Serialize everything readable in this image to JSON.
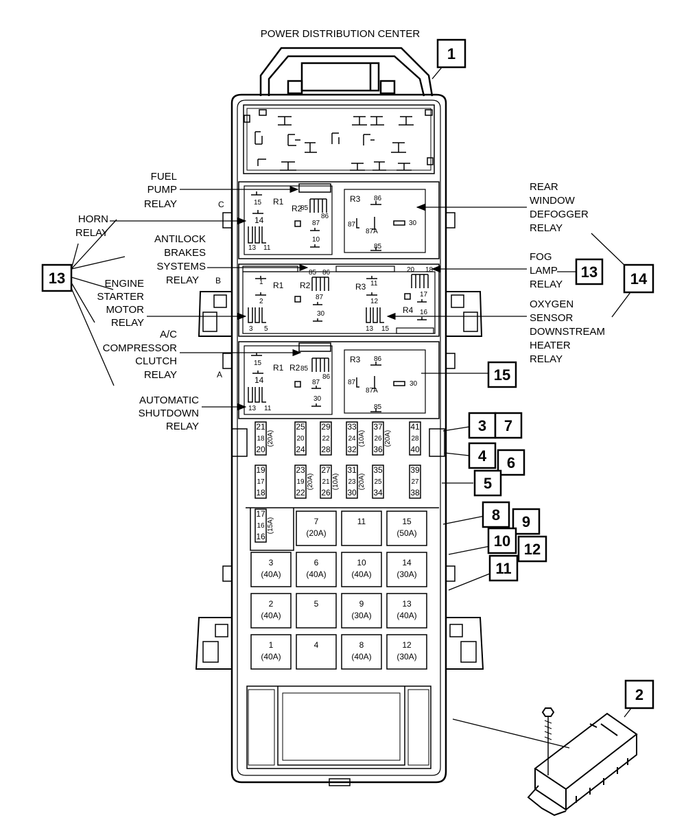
{
  "title": "POWER DISTRIBUTION CENTER",
  "callouts": [
    "1",
    "2",
    "3",
    "7",
    "4",
    "6",
    "5",
    "8",
    "9",
    "10",
    "12",
    "11",
    "13",
    "13",
    "14",
    "15"
  ],
  "labels": {
    "fuel_pump_relay": [
      "FUEL",
      "PUMP",
      "RELAY"
    ],
    "horn_relay": [
      "HORN",
      "RELAY"
    ],
    "antilock_relay": [
      "ANTILOCK",
      "BRAKES",
      "SYSTEMS",
      "RELAY"
    ],
    "engine_starter_relay": [
      "ENGINE",
      "STARTER",
      "MOTOR",
      "RELAY"
    ],
    "ac_relay": [
      "A/C",
      "COMPRESSOR",
      "CLUTCH",
      "RELAY"
    ],
    "asd_relay": [
      "AUTOMATIC",
      "SHUTDOWN",
      "RELAY"
    ],
    "rear_defogger_relay": [
      "REAR",
      "WINDOW",
      "DEFOGGER",
      "RELAY"
    ],
    "fog_lamp_relay": [
      "FOG",
      "LAMP",
      "RELAY"
    ],
    "o2_heater_relay": [
      "OXYGEN",
      "SENSOR",
      "DOWNSTREAM",
      "HEATER",
      "RELAY"
    ]
  },
  "sections": [
    "C",
    "B",
    "A"
  ],
  "relay_c": {
    "r1": "R1",
    "r2": "R2",
    "r3": "R3",
    "p15": "15",
    "p14": "14",
    "p13": "13",
    "p11": "11",
    "p85": "85",
    "p86": "86",
    "p87": "87",
    "p10": "10",
    "r3_86": "86",
    "r3_87": "87",
    "r3_87a": "87A",
    "r3_30": "30",
    "r3_85": "85"
  },
  "relay_b": {
    "p85": "85",
    "p86": "86",
    "r1": "R1",
    "p1": "1",
    "p2": "2",
    "p3": "3",
    "p5": "5",
    "r2": "R2",
    "p87": "87",
    "p30": "30",
    "r3": "R3",
    "p11": "11",
    "p12": "12",
    "p13": "13",
    "p15": "15",
    "p20": "20",
    "p18": "18",
    "p17": "17",
    "p16": "16",
    "r4": "R4"
  },
  "relay_a": {
    "r1": "R1",
    "r2": "R2",
    "r3": "R3",
    "p15": "15",
    "p14": "14",
    "p13": "13",
    "p11": "11",
    "p85": "85",
    "p86": "86",
    "p87": "87",
    "p30": "30",
    "r3_86": "86",
    "r3_87": "87",
    "r3_87a": "87A",
    "r3_30": "30",
    "r3_85": "85"
  },
  "minifuse_row1": [
    {
      "t": "21",
      "m": "18",
      "b": "20",
      "rating": "(20A)"
    },
    {
      "t": "25",
      "m": "20",
      "b": "24",
      "rating": ""
    },
    {
      "t": "29",
      "m": "22",
      "b": "28",
      "rating": ""
    },
    {
      "t": "33",
      "m": "24",
      "b": "32",
      "rating": "(10A)"
    },
    {
      "t": "37",
      "m": "26",
      "b": "36",
      "rating": "(20A)"
    },
    {
      "t": "41",
      "m": "28",
      "b": "40",
      "rating": ""
    }
  ],
  "minifuse_row2": [
    {
      "t": "19",
      "m": "17",
      "b": "18",
      "rating": ""
    },
    {
      "t": "23",
      "m": "19",
      "b": "22",
      "rating": "(20A)"
    },
    {
      "t": "27",
      "m": "21",
      "b": "26",
      "rating": "(10A)"
    },
    {
      "t": "31",
      "m": "23",
      "b": "30",
      "rating": "(20A)"
    },
    {
      "t": "35",
      "m": "25",
      "b": "34",
      "rating": ""
    },
    {
      "t": "39",
      "m": "27",
      "b": "38",
      "rating": ""
    }
  ],
  "minifuse_17": {
    "t": "17",
    "m": "16",
    "b": "16",
    "rating": "(15A)"
  },
  "maxi_fuses": [
    {
      "num": "7",
      "rating": "(20A)"
    },
    {
      "num": "11",
      "rating": ""
    },
    {
      "num": "15",
      "rating": "(50A)"
    },
    {
      "num": "3",
      "rating": "(40A)"
    },
    {
      "num": "6",
      "rating": "(40A)"
    },
    {
      "num": "10",
      "rating": "(40A)"
    },
    {
      "num": "14",
      "rating": "(30A)"
    },
    {
      "num": "2",
      "rating": "(40A)"
    },
    {
      "num": "5",
      "rating": ""
    },
    {
      "num": "9",
      "rating": "(30A)"
    },
    {
      "num": "13",
      "rating": "(40A)"
    },
    {
      "num": "1",
      "rating": "(40A)"
    },
    {
      "num": "4",
      "rating": ""
    },
    {
      "num": "8",
      "rating": "(40A)"
    },
    {
      "num": "12",
      "rating": "(30A)"
    }
  ]
}
